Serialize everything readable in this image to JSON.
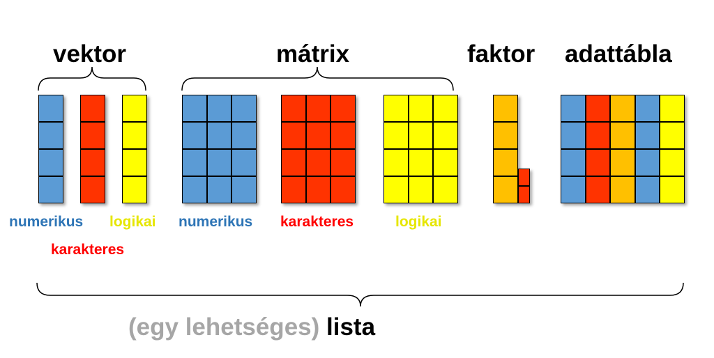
{
  "titles": {
    "vektor": "vektor",
    "matrix": "mátrix",
    "faktor": "faktor",
    "adattabla": "adattábla"
  },
  "colors": {
    "blue": "#5b9bd5",
    "red": "#ff3300",
    "yellow": "#ffff00",
    "orange": "#ffc000",
    "gray": "#a6a6a6"
  },
  "labels": {
    "vector_numeric": "numerikus",
    "vector_logical": "logikai",
    "vector_character": "karakteres",
    "matrix_numeric": "numerikus",
    "matrix_character": "karakteres",
    "matrix_logical": "logikai"
  },
  "bottom": {
    "prefix": "(egy lehetséges)",
    "word": "lista"
  }
}
